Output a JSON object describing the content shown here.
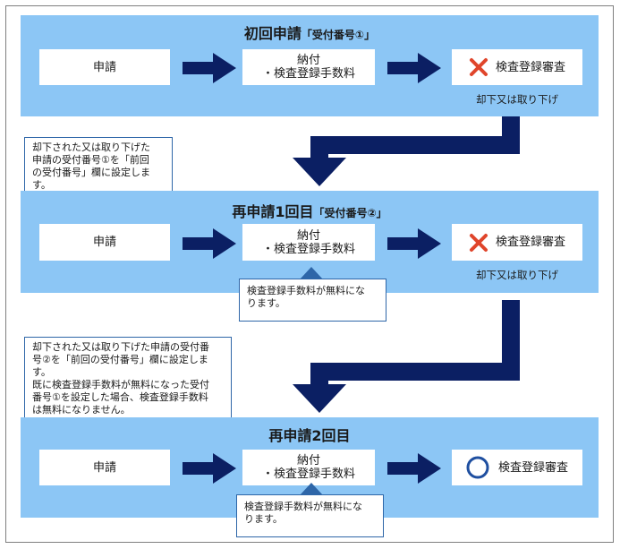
{
  "stage1": {
    "title": "初回申請",
    "subtitle": "「受付番号①」",
    "apply": "申請",
    "pay_line1": "納付",
    "pay_line2": "・検査登録手数料",
    "result": "検査登録審査",
    "result_note": "却下又は取り下げ"
  },
  "note1": {
    "line1": "却下された又は取り下げた",
    "line2": "申請の受付番号①を「前回",
    "line3": "の受付番号」欄に設定しま",
    "line4": "す。"
  },
  "stage2": {
    "title": "再申請1回目",
    "subtitle": "「受付番号②」",
    "apply": "申請",
    "pay_line1": "納付",
    "pay_line2": "・検査登録手数料",
    "result": "検査登録審査",
    "result_note": "却下又は取り下げ",
    "fee_note_line1": "検査登録手数料が無料にな",
    "fee_note_line2": "ります。"
  },
  "note2": {
    "line1": "却下された又は取り下げた申請の受付番",
    "line2": "号②を「前回の受付番号」欄に設定しま",
    "line3": "す。",
    "line4": "既に検査登録手数料が無料になった受付",
    "line5": "番号①を設定した場合、検査登録手数料",
    "line6": "は無料になりません。"
  },
  "stage3": {
    "title": "再申請2回目",
    "apply": "申請",
    "pay_line1": "納付",
    "pay_line2": "・検査登録手数料",
    "result": "検査登録審査",
    "fee_note_line1": "検査登録手数料が無料にな",
    "fee_note_line2": "ります。"
  },
  "icons": {
    "reject": "cross-mark-icon",
    "accept": "circle-mark-icon"
  },
  "colors": {
    "band": "#8cc6f5",
    "arrow": "#0b1f63",
    "reject": "#e0452b",
    "accept": "#1f4fa0",
    "note_border": "#2e66a8"
  }
}
